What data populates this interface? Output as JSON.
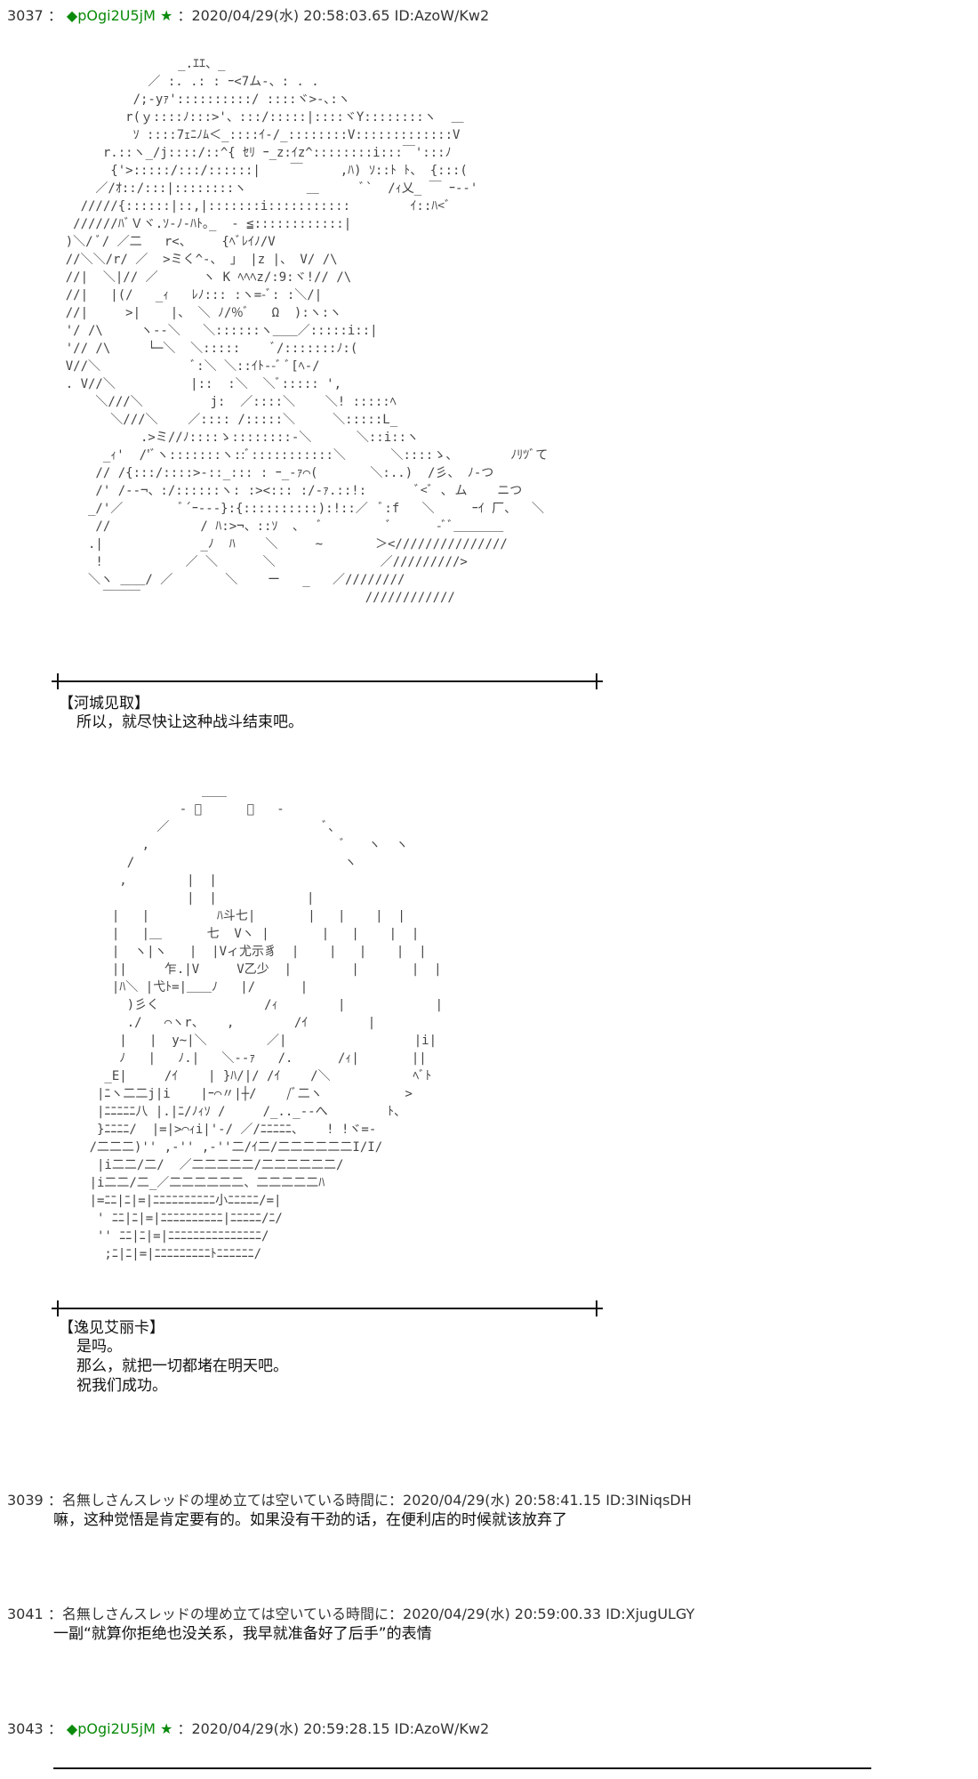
{
  "posts": [
    {
      "number": "3037",
      "trip": "◆pOgi2U5jM",
      "star": "★",
      "meta": "：2020/04/29(水) 20:58:03.65 ID:AzoW/Kw2"
    },
    {
      "number": "3039",
      "meta": "：名無しさんスレッドの埋め立ては空いている時間に：2020/04/29(水) 20:58:41.15 ID:3INiqsDH",
      "body": "嘛，这种觉悟是肯定要有的。如果没有干劲的话，在便利店的时候就该放弃了"
    },
    {
      "number": "3041",
      "meta": "：名無しさんスレッドの埋め立ては空いている時間に：2020/04/29(水) 20:59:00.33 ID:XjugULGY",
      "body": "一副“就算你拒绝也没关系，我早就准备好了后手”的表情"
    },
    {
      "number": "3043",
      "trip": "◆pOgi2U5jM",
      "star": "★",
      "meta": "：2020/04/29(水) 20:59:28.15 ID:AzoW/Kw2"
    }
  ],
  "scene1": {
    "speaker": "【河城见取】",
    "lines": [
      "所以，就尽快让这种战斗结束吧。"
    ]
  },
  "scene2": {
    "speaker": "【逸见艾丽卡】",
    "lines": [
      "是吗。",
      "那么，就把一切都堵在明天吧。",
      "祝我们成功。"
    ]
  },
  "art1": "                   _.ｴｴ、_\n               ／ :. .: : ｰ<7ム-、: . .\n             /;-yｧ'::::::::::/ ::::ヾ>-､:ヽ\n            r(ｙ::::ﾉ:::>'、:::/:::::|::::ヾY::::::::ヽ  ＿\n             ｿ ::::7ｪﾆﾉﾑ＜_::::ｲ-/_::::::::V:::::::::::::V\n         r.::ヽ_/j::::/::^{ ｾﾘ ｰ_z:ｲz^::::::::i:::￣':::ﾉ\n          {'>:::::/:::/::::::|    ￣     ,ﾊ) ｿ::ﾄ ﾄ、 {:::(\n        ／/ｵ::/:::|::::::::ヽ        ＿      ﾞ`  /ｨ乂_ ￣ ｰ-‐'\n      /////{::::::|::,|:::::::i:::::::::::        ｲ::ﾊ<ﾞ\n     //////ﾊﾞＶヾ.ｿ-ﾉ-ﾊﾄ｡_  - ≦::::::::::::|\n    )＼/ ﾞ/ ／二   r<、    {ﾍﾞﾚｲﾉ/V\n    //＼＼/r/ ／  >ミく^-、 」 |z |、 V/ /\\\n    //|  ＼|// ／      ヽ K ﾍﾍﾍz/:9:ヾ!// /\\\n    //|   |(/   _ｨ   ﾚﾉ::: :ヽ=-ﾞ: :＼/|\n    //|     >|    |、 ＼ ﾉ/%ﾞ   Ω  ):ヽ:ヽ\n    '/ /\\     ヽ-‐＼   ＼::::::ヽ＿＿／:::::i::|\n    '// /\\     └─＼  ＼:::::    ﾞ/:::::::ﾉ:(\n    V//＼            ﾞ:＼ ＼::ｲﾄ--ﾞ ﾞ[ﾍ-/\n    . V//＼          |::  :＼  ＼ﾞ::::: ',\n        ＼///＼         j:  ／::::＼    ＼! :::::ﾍ\n          ＼///＼    ／:::: /:::::＼     ＼:::::L_\n              .>ミ//ﾉ::::ゝ::::::::-＼      ＼::i::ヽ\n         _ｨ'  /'ﾞヽ:::::::ヽ::ﾞ:::::::::::＼      ＼::::ゝ、       ﾉﾘﾂﾞて\n        // /{:::/::::>-::_::: : ｰ_-ｧ⌒(       ＼:..)  /彡、 ﾉ-つ\n        /' /-‐¬、:/::::::ヽ: :><::: :/-ｧ.::!:       ﾞ<ﾞ ､ ム    ニつ\n       _/'／        ﾞ´ｰ---}:{::::::::::):!::／  ﾞ:f   ＼     ｰｲ 厂、  ＼\n        //            / ﾊ:>¬、::ｿ  ､   ﾞ         ﾞ      -ﾞﾞ＿＿＿＿\n       .|             _ﾉ  ﾊ    ＼     ~       ＞<///////////////\n        !           ／ ＼      ＼              ／/////////>\n       ＼ヽ ＿＿/ ／       ＼    ー   _   ／////////\n         ￣￣￣                              ////////////",
  "art2": "                     ＿＿\n                  - ﾞ      ﾞ   -\n               ／                     ﾞ、\n             ,                          ﾞ   ヽ  ヽ\n           /                            ヽ\n          ,        |  |\n                   |  |            |\n         |   |         ﾊ斗七|       |   |    |  |\n         |   |＿      七  Vヽ |       |   |    |  |\n         |  ヽ|ヽ   |  |Vィ尤示豸  |    |   |    |  |\n         ||     乍.|V     V乙少  |        |       |  |\n         |ﾊ＼ |弋ﾄ=|＿＿ﾉ   |/      |\n           )彡く              /ｨ        |            |\n           ./   ⌒ヽr、   ,        /ｲ        |\n          |   |  y~|＼        ／|                 |i|\n          ﾉ   |   ﾉ.|   ＼-‐ｧ   /.      /ｨ|       ||\n        _E|     /ｲ    | }ﾊ/|/ /ｲ    /＼           ﾍﾞﾄ\n       |ﾆヽ二二j|i    |ｰ⌒〃|┼/    /ﾞ二ヽ           >\n       |ﾆﾆﾆﾆﾆ八 |.|ﾆ/ﾉｨｿ /     /_.._-‐へ        ﾄ、\n       }ﾆﾆﾆﾆ/  |=|>⌒ｨi|'‐/ ／/ﾆﾆﾆﾆﾆ、   ! !ヾ=-\n      /二二二)'' ,-'' ,-''二/ｲ二/二二二二二二I/I/\n       |i二二/二/  ／二二二二二/二二二二二二/\n      |i二二/二_／二二二二二二、二二二二二ﾊ\n      |=ﾆﾆ|ﾆ|=|ﾆﾆﾆﾆﾆﾆﾆﾆﾆﾆ小ﾆﾆﾆﾆﾆ/=|\n       ' ﾆﾆ|ﾆ|=|ﾆﾆﾆﾆﾆﾆﾆﾆﾆﾆ|ﾆﾆﾆﾆﾆ/ﾆ/\n       '' ﾆﾆ|ﾆ|=|ﾆﾆﾆﾆﾆﾆﾆﾆﾆﾆﾆﾆﾆﾆﾆ/\n        ;ﾆ|ﾆ|=|ﾆﾆﾆﾆﾆﾆﾆﾆﾆﾄﾆﾆﾆﾆﾆﾆ/"
}
